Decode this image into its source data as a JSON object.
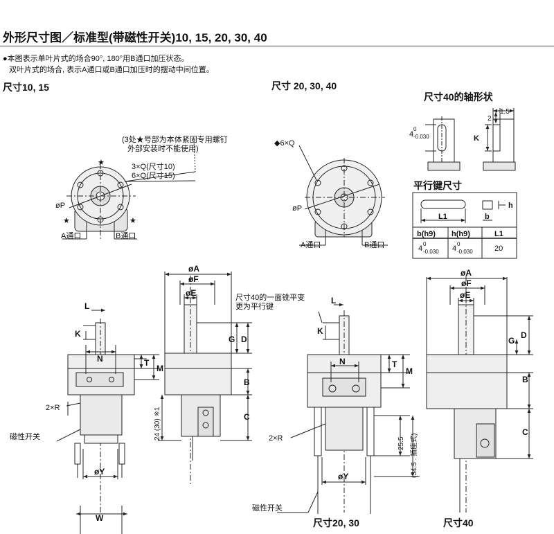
{
  "header": {
    "title": "外形尺寸图／标准型(带磁性开关)10, 15, 20, 30, 40",
    "note1": "●本图表示单叶片式的场合90°, 180°用B通口加压状态。",
    "note2": "双叶片式的场合, 表示A通口或B通口加压时的摆动中间位置。"
  },
  "sections": {
    "size_10_15": "尺寸10, 15",
    "size_20_30_40": "尺寸 20, 30, 40",
    "shaft_40": "尺寸40的轴形状",
    "key_size": "平行键尺寸",
    "size_20_30": "尺寸20, 30",
    "size_40": "尺寸40"
  },
  "labels": {
    "port_a": "A通口",
    "port_b": "B通口",
    "star_note_1": "(3处★号部为本体紧固专用螺钉",
    "star_note_2": "外部安装时不能使用)",
    "q_10": "3×Q(尺寸10)",
    "q_15": "6×Q(尺寸15)",
    "q6": "◆6×Q",
    "p": "øP",
    "key_note_1": "尺寸40的一面铣平变",
    "key_note_2": "更为平行键",
    "r2": "2×R",
    "switch": "磁性开关",
    "dim_24": "24 (30) ※1",
    "dim_255": "25.5",
    "dim_345": "(34.5 : 插座式)",
    "tol": "4",
    "tol_upper": "0",
    "tol_lower": "-0.030",
    "dim_15": "1.5",
    "dim_2": "2"
  },
  "dims": {
    "A": "øA",
    "F": "øF",
    "E": "øE",
    "Y": "øY",
    "L": "L",
    "K": "K",
    "G": "G",
    "D": "D",
    "T": "T",
    "M": "M",
    "B": "B",
    "C": "C",
    "N": "N",
    "W": "W",
    "L1": "L1",
    "b": "b",
    "h": "h"
  },
  "key_table": {
    "headers": [
      "b(h9)",
      "h(h9)",
      "L1"
    ],
    "row": [
      "4",
      "4",
      "20"
    ],
    "tol_upper": "0",
    "tol_lower": "-0.030"
  }
}
